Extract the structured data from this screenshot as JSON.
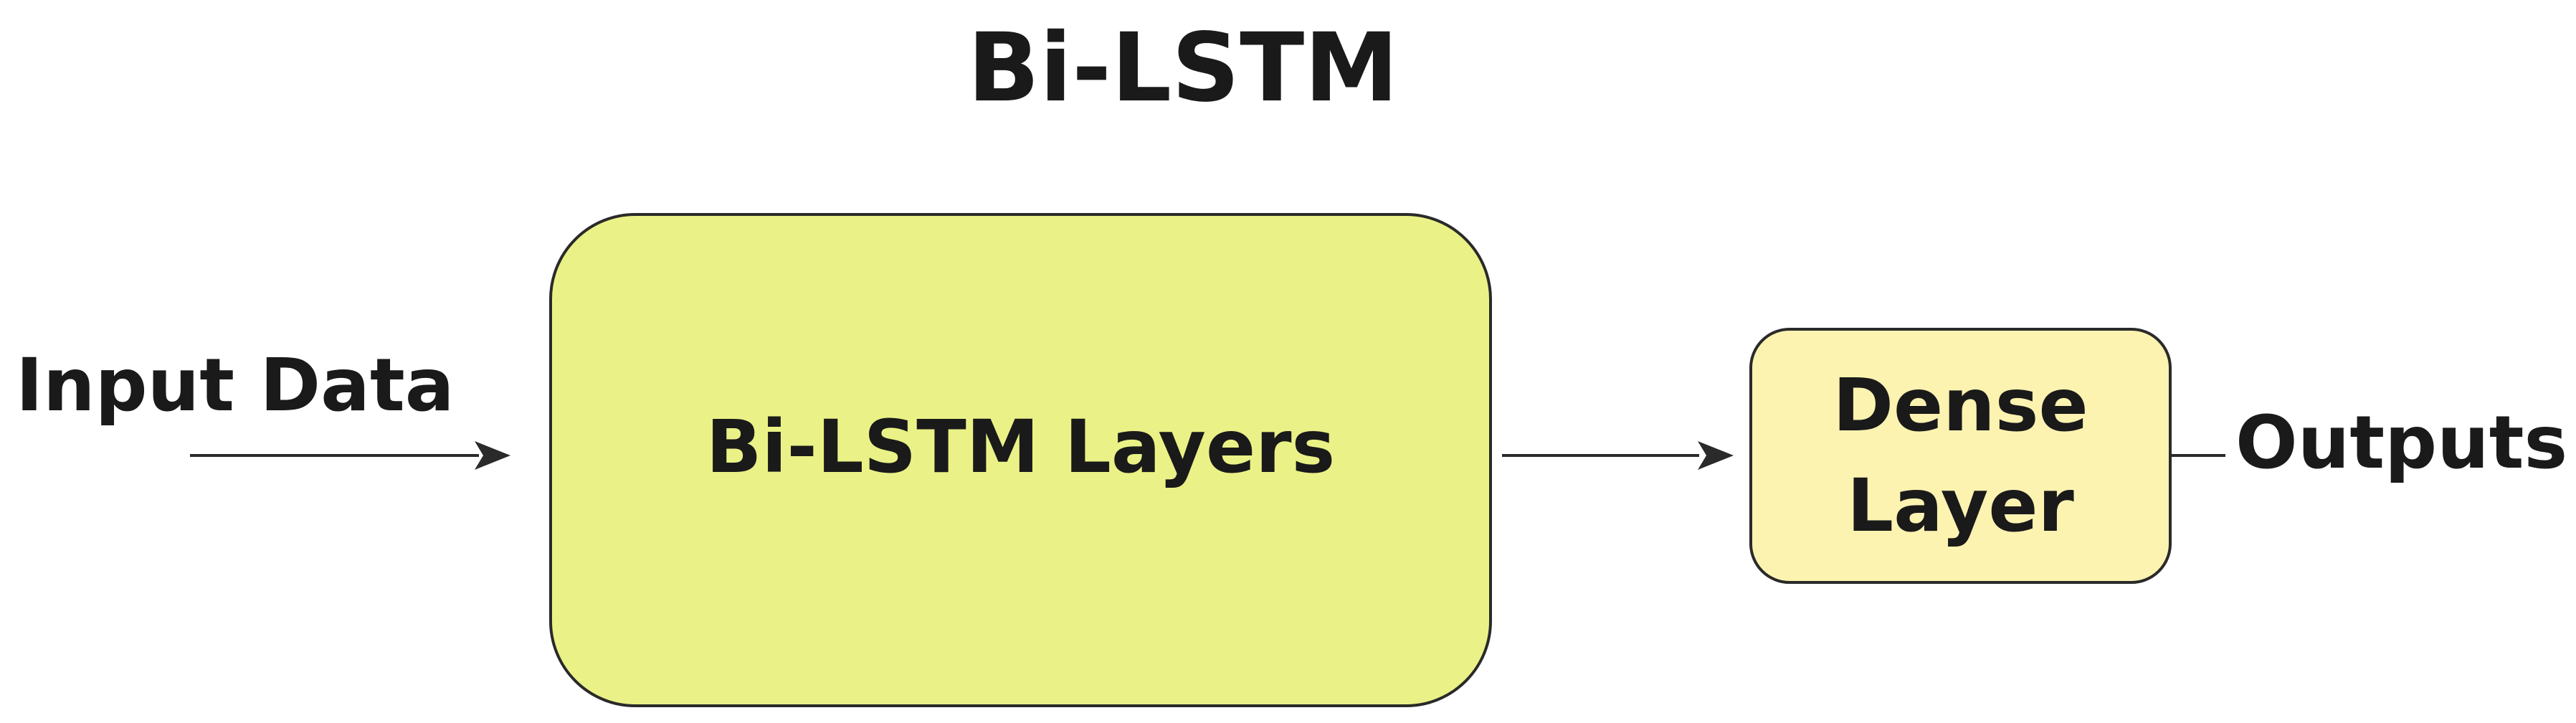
{
  "title": "Bi-LSTM",
  "nodes": {
    "input_label": "Input Data",
    "bilstm_layers": "Bi-LSTM Layers",
    "dense_layer": "Dense\nLayer",
    "outputs_label": "Outputs"
  },
  "colors": {
    "bilstm_fill": "#eaf287",
    "dense_fill": "#fcf3b1",
    "stroke": "#2a2a2a",
    "text": "#1a1a1a"
  }
}
